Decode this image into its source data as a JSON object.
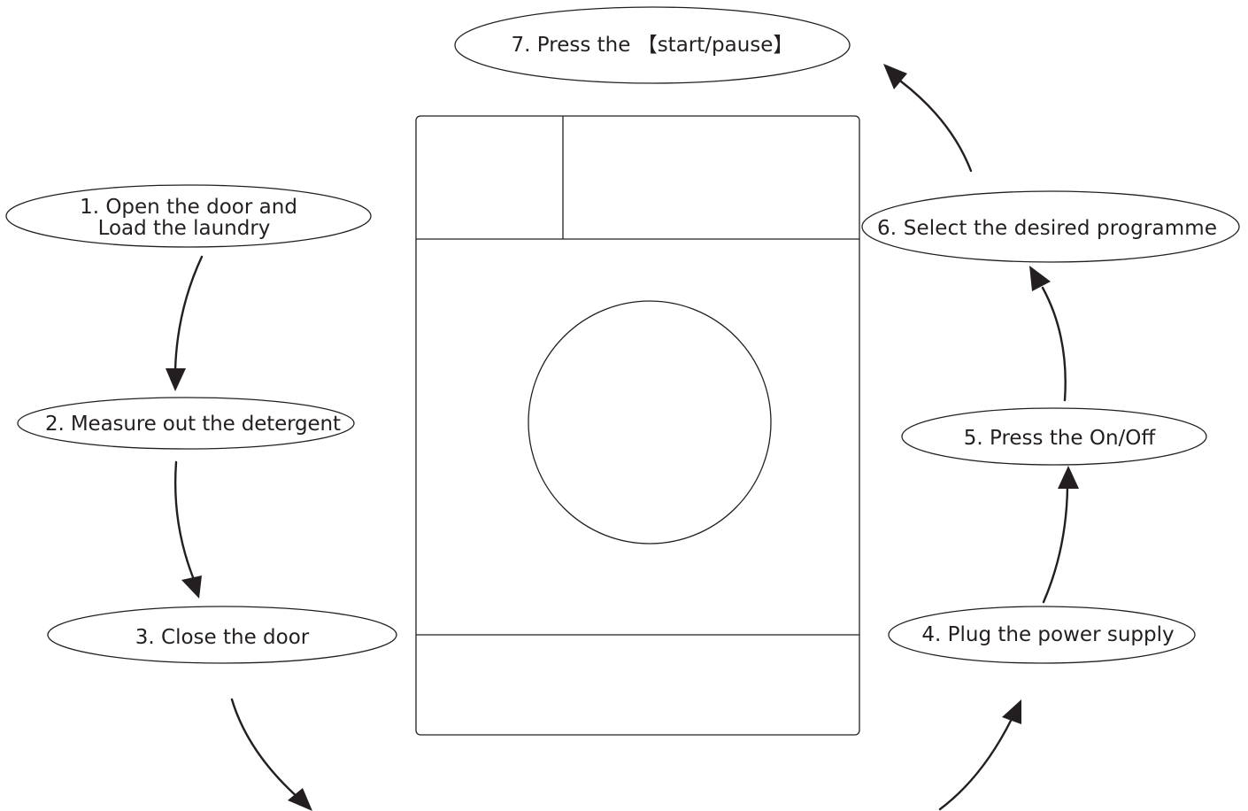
{
  "steps": {
    "step1_line1": "1. Open the door and",
    "step1_line2": "Load the laundry",
    "step2": "2. Measure out the detergent",
    "step3": "3. Close the  door",
    "step4": "4. Plug the power supply",
    "step5": "5. Press the On/Off",
    "step6": "6. Select the desired programme",
    "step7": "7. Press the 【start/pause】"
  }
}
